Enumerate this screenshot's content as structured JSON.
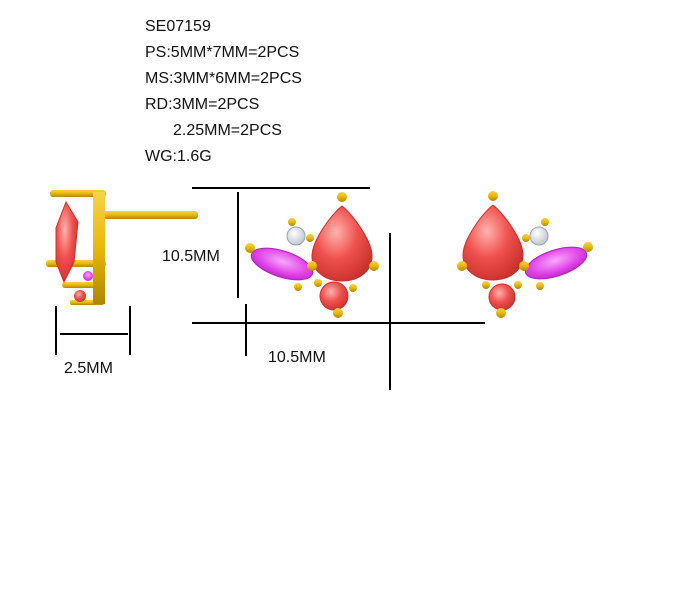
{
  "spec": {
    "sku": "SE07159",
    "lines": [
      "PS:5MM*7MM=2PCS",
      "MS:3MM*6MM=2PCS",
      "RD:3MM=2PCS",
      "2.25MM=2PCS",
      "WG:1.6G"
    ]
  },
  "dimensions": {
    "side_depth": "2.5MM",
    "height": "10.5MM",
    "width": "10.5MM"
  },
  "colors": {
    "gold": "#E8B80C",
    "gold_dark": "#B08600",
    "ruby": "#F0524E",
    "ruby_light": "#FFA3A0",
    "amethyst": "#E040E8",
    "amethyst_light": "#F7A8FA",
    "diamond": "#DDE3EA",
    "line": "#000000"
  },
  "icons": [
    "earring-side-view",
    "earring-left-front",
    "earring-right-front"
  ]
}
